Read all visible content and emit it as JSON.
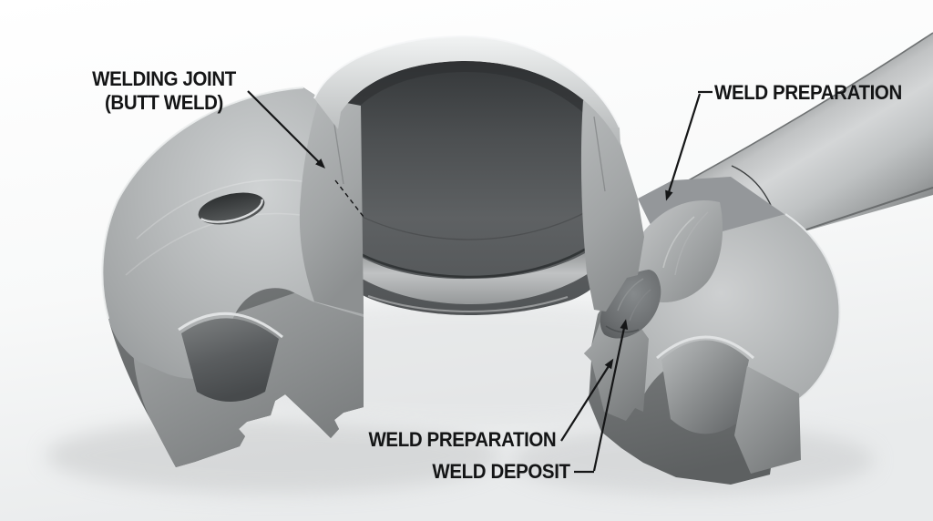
{
  "labels": {
    "welding_joint_line1": "WELDING JOINT",
    "welding_joint_line2": "(BUTT WELD)",
    "weld_preparation_top": "WELD PREPARATION",
    "weld_preparation_bottom": "WELD PREPARATION",
    "weld_deposit": "WELD DEPOSIT"
  },
  "palette": {
    "background_top": "#ffffff",
    "background_bottom": "#e9ebec",
    "steel_light": "#c9cbcc",
    "steel_mid": "#9b9e9f",
    "steel_dark": "#5f6263",
    "bore_dark": "#46494b",
    "weld_bead": "#6e7173",
    "annotation_line": "#151617"
  }
}
